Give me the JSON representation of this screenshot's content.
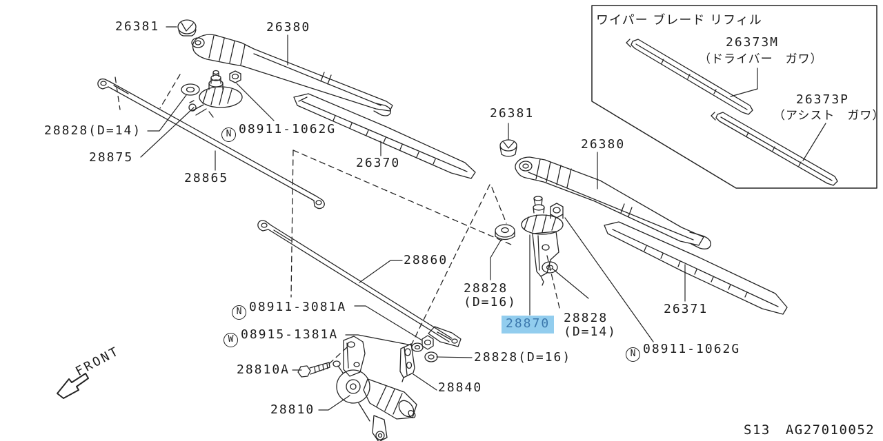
{
  "diagram": {
    "front_label": "FRONT",
    "footer": {
      "sheet": "S13",
      "code": "AG27010052"
    },
    "highlight": {
      "background": "#92cdee",
      "text": "#3c78ad"
    },
    "line_color": "#242424"
  },
  "labels": {
    "cap_left": "26381",
    "arm_left": "26380",
    "washer_d14_left": "28828(D=14)",
    "pivot_left": "28875",
    "rod_upper": "28865",
    "nut_left": {
      "prefix": "N",
      "number": "08911-1062G"
    },
    "blade_left": "26370",
    "cap_right": "26381",
    "arm_right": "26380",
    "rod_lower": "28860",
    "washer_d16_stack": {
      "line1": "28828",
      "line2": "(D=16)"
    },
    "pivot_right": "28870",
    "washer_d14_stack": {
      "line1": "28828",
      "line2": "(D=14)"
    },
    "washer_d16_inline": "28828(D=16)",
    "nut_motor": {
      "prefix": "N",
      "number": "08911-3081A"
    },
    "washer_motor": {
      "prefix": "W",
      "number": "08915-1381A"
    },
    "bolt_motor": "28810A",
    "bracket": "28840",
    "motor": "28810",
    "nut_right": {
      "prefix": "N",
      "number": "08911-1062G"
    },
    "blade_right": "26371"
  },
  "inset": {
    "title": "ワイパー ブレード リフィル",
    "refill_driver": {
      "number": "26373M",
      "note": "（ドライバー　ガワ）"
    },
    "refill_assist": {
      "number": "26373P",
      "note": "（アシスト　ガワ）"
    }
  }
}
